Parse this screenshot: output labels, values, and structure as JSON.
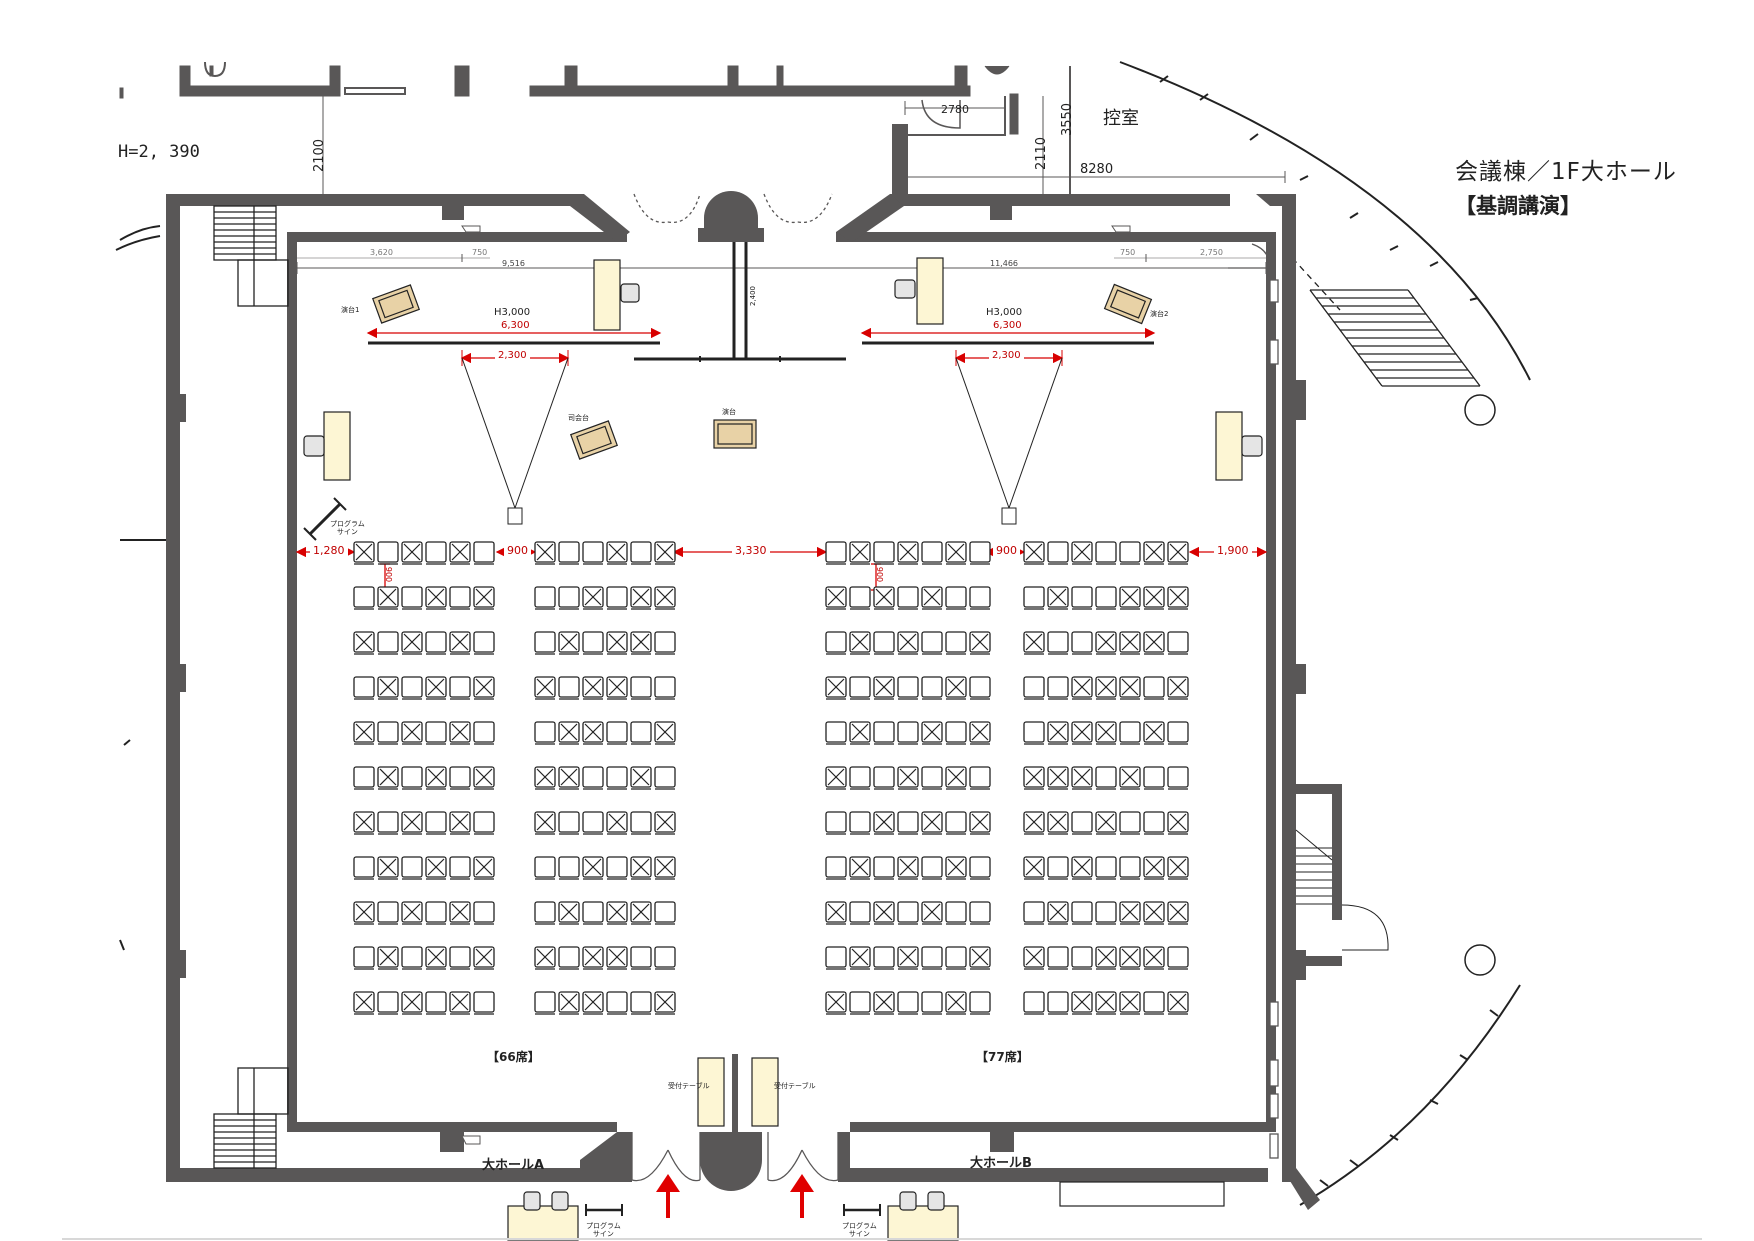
{
  "title": {
    "line1": "会議棟／1F大ホール",
    "line2": "【基調講演】"
  },
  "labels": {
    "height_note": "H=2, 390",
    "waiting_room": "控室",
    "hall_a": "大ホールA",
    "hall_b": "大ホールB",
    "seats_left": "【66席】",
    "seats_right": "【77席】",
    "reception_table_left": "受付テーブル",
    "reception_table_right": "受付テーブル",
    "stage1": "演台1",
    "stage2": "演台2",
    "moderator": "司会台",
    "podium": "演台",
    "program_sign_inside": "プログラム\nサイン",
    "program_sign_a": "プログラム\nサイン",
    "program_sign_b": "プログラム\nサイン"
  },
  "dimensions": {
    "d2100": "2100",
    "d2110": "2110",
    "d3550": "3550",
    "d2780": "2780",
    "d8280": "8280",
    "top_left_3620": "3,620",
    "top_left_750": "750",
    "top_left_total": "9,516",
    "top_right_total": "11,466",
    "top_right_750": "750",
    "top_right_2750": "2,750",
    "screen_left_h": "H3,000",
    "screen_left_w": "6,300",
    "screen_left_proj": "2,300",
    "screen_right_h": "H3,000",
    "screen_right_w": "6,300",
    "screen_right_proj": "2,300",
    "partition_2400": "2,400",
    "row_1280": "1,280",
    "row_900_left": "900",
    "row_3330": "3,330",
    "row_900_right": "900",
    "row_1900": "1,900",
    "row_pitch_left": "900",
    "row_pitch_right": "900"
  },
  "seating": {
    "rows": 11,
    "blocks": [
      {
        "id": "block-1",
        "seats_per_row": 6
      },
      {
        "id": "block-2",
        "seats_per_row": 6
      },
      {
        "id": "block-3",
        "seats_per_row": 7
      },
      {
        "id": "block-4",
        "seats_per_row": 7
      }
    ],
    "x_pattern_block_1": [
      true,
      false,
      true,
      false,
      true,
      false
    ],
    "x_pattern_block_2": [
      true,
      false,
      false,
      true,
      false,
      true
    ],
    "x_pattern_block_3": [
      false,
      true,
      false,
      true,
      false,
      true,
      false
    ],
    "x_pattern_block_4": [
      true,
      false,
      true,
      false,
      false,
      true,
      true
    ]
  },
  "colors": {
    "wall": "#595757",
    "table_fill": "#fdf6d4",
    "podium_fill": "#e8d2a6",
    "dimension_red": "#d80000",
    "arrow_red": "#e00000"
  }
}
